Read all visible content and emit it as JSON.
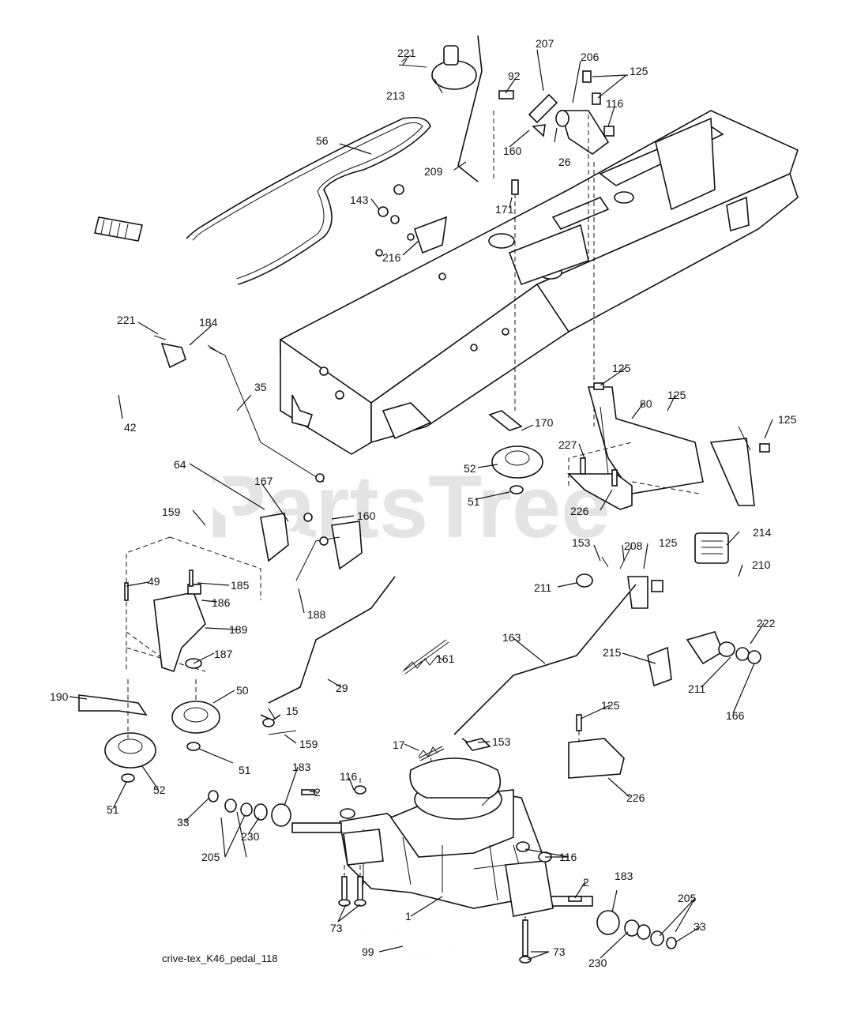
{
  "watermark": "PartsTree",
  "caption": "crive-tex_K46_pedal_118",
  "labels": [
    "221",
    "213",
    "207",
    "92",
    "206",
    "125",
    "116",
    "56",
    "160",
    "26",
    "209",
    "171",
    "143",
    "216",
    "221b",
    "184",
    "35",
    "42",
    "170",
    "125b",
    "80",
    "125c",
    "125d",
    "227",
    "52",
    "51",
    "226",
    "64",
    "167",
    "160b",
    "159",
    "49",
    "185",
    "186",
    "189",
    "187",
    "188",
    "153",
    "208",
    "125e",
    "214",
    "210",
    "211",
    "222",
    "163",
    "161",
    "215",
    "211b",
    "166",
    "190",
    "50",
    "29",
    "15",
    "159b",
    "125f",
    "17",
    "153b",
    "226b",
    "52b",
    "51b",
    "51c",
    "183",
    "116b",
    "2",
    "33",
    "205",
    "230",
    "116c",
    "1",
    "2b",
    "183b",
    "205b",
    "33b",
    "73",
    "99",
    "73b",
    "230b"
  ],
  "label_text": {
    "221": "221",
    "213": "213",
    "207": "207",
    "92": "92",
    "206": "206",
    "125": "125",
    "116": "116",
    "56": "56",
    "160": "160",
    "26": "26",
    "209": "209",
    "171": "171",
    "143": "143",
    "216": "216",
    "184": "184",
    "35": "35",
    "42": "42",
    "170": "170",
    "80": "80",
    "227": "227",
    "52": "52",
    "51": "51",
    "226": "226",
    "64": "64",
    "167": "167",
    "159": "159",
    "49": "49",
    "185": "185",
    "186": "186",
    "189": "189",
    "187": "187",
    "188": "188",
    "153": "153",
    "208": "208",
    "214": "214",
    "210": "210",
    "211": "211",
    "222": "222",
    "163": "163",
    "161": "161",
    "215": "215",
    "166": "166",
    "190": "190",
    "50": "50",
    "29": "29",
    "15": "15",
    "17": "17",
    "183": "183",
    "2": "2",
    "33": "33",
    "205": "205",
    "230": "230",
    "1": "1",
    "73": "73",
    "99": "99"
  }
}
